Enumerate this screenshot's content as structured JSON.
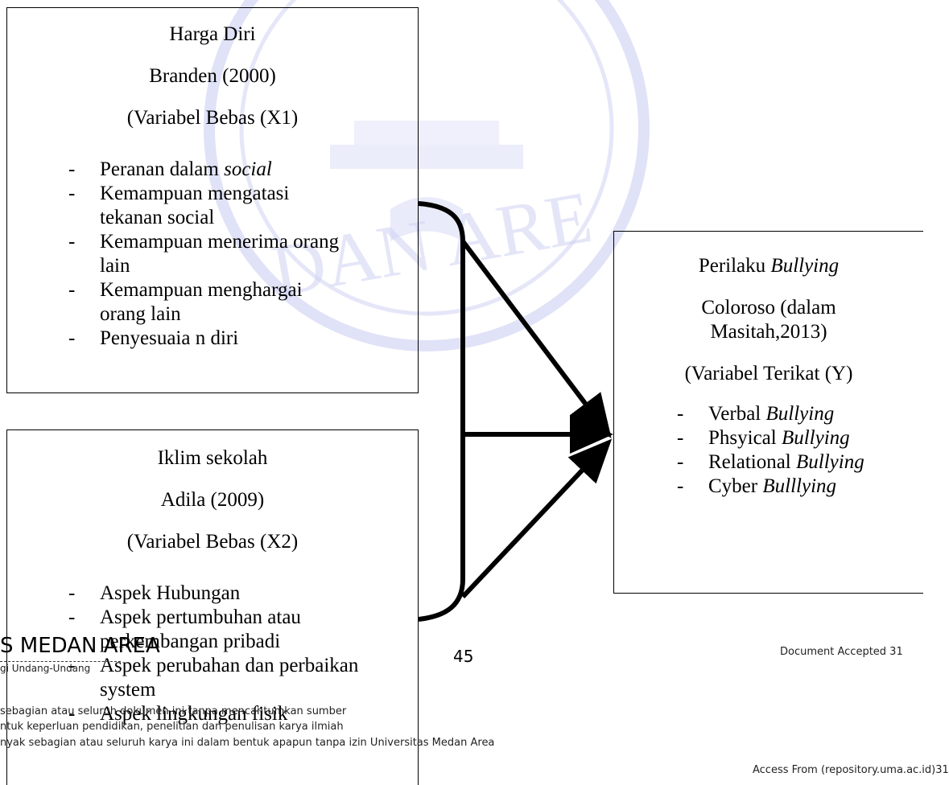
{
  "x1": {
    "title": "Harga Diri",
    "author": "Branden (2000)",
    "role": "(Variabel Bebas (X1)",
    "items": [
      {
        "text": "Peranan dalam ",
        "italic": "social"
      },
      {
        "text": "Kemampuan mengatasi tekanan social",
        "italic": ""
      },
      {
        "text": "Kemampuan menerima orang lain",
        "italic": ""
      },
      {
        "text": " Kemampuan menghargai orang lain",
        "italic": ""
      },
      {
        "text": "Penyesuaia n diri",
        "italic": ""
      }
    ]
  },
  "x2": {
    "title": "Iklim sekolah",
    "author": "Adila (2009)",
    "role": "(Variabel Bebas (X2)",
    "items": [
      {
        "text": "Aspek Hubungan",
        "italic": ""
      },
      {
        "text": "Aspek pertumbuhan atau perkembangan pribadi",
        "italic": ""
      },
      {
        "text": "Aspek perubahan dan perbaikan system",
        "italic": ""
      },
      {
        "text": "Aspek lingkungan fisik",
        "italic": ""
      }
    ]
  },
  "y": {
    "title_prefix": "Perilaku ",
    "title_italic": "Bullying",
    "author": "Coloroso (dalam Masitah,2013)",
    "role": "(Variabel Terikat (Y)",
    "items": [
      {
        "text": "Verbal ",
        "italic": "Bullying"
      },
      {
        "text": "Phsyical ",
        "italic": "Bullying"
      },
      {
        "text": "Relational ",
        "italic": "Bullying"
      },
      {
        "text": "Cyber ",
        "italic": "Bulllying"
      }
    ]
  },
  "footer": {
    "university": "S MEDAN AREA",
    "page_number": "45",
    "undang": "gi Undang-Undang",
    "accepted": "Document Accepted 31",
    "line1": "sebagian atau seluruh dokumen ini tanpa mencantumkan sumber",
    "line2": "ntuk keperluan pendidikan, penelitian dan penulisan karya ilmiah",
    "line3": "nyak sebagian atau seluruh karya ini dalam bentuk apapun tanpa izin Universitas Medan Area",
    "access": "Access From (repository.uma.ac.id)31"
  },
  "colors": {
    "watermark": "#c9cdf0"
  }
}
